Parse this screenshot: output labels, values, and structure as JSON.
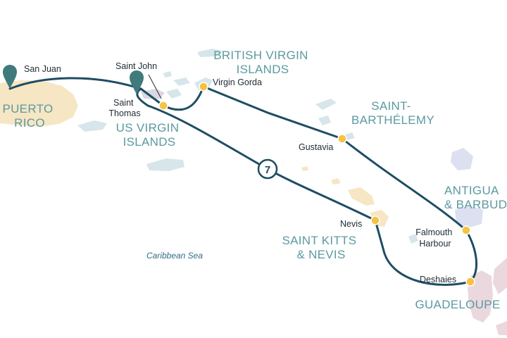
{
  "map": {
    "sea_label": "Caribbean Sea",
    "route_day_badge": "7",
    "regions": {
      "puerto_rico": [
        "PUERTO",
        "RICO"
      ],
      "british_virgin_islands": [
        "BRITISH VIRGIN",
        "ISLANDS"
      ],
      "us_virgin_islands": [
        "US VIRGIN",
        "ISLANDS"
      ],
      "saint_barthelemy": [
        "SAINT-",
        "BARTHÉLEMY"
      ],
      "antigua_barbuda": [
        "ANTIGUA",
        "& BARBUDA"
      ],
      "saint_kitts_nevis": [
        "SAINT KITTS",
        "& NEVIS"
      ],
      "guadeloupe": [
        "GUADELOUPE"
      ]
    },
    "ports": {
      "san_juan": "San Juan",
      "saint_john": "Saint John",
      "saint_thomas": [
        "Saint",
        "Thomas"
      ],
      "virgin_gorda": "Virgin Gorda",
      "gustavia": "Gustavia",
      "nevis": "Nevis",
      "falmouth_harbour": [
        "Falmouth",
        "Harbour"
      ],
      "deshaies": "Deshaies"
    },
    "colors": {
      "route": "#1e4d63",
      "port_marker": "#f5c242",
      "start_end_pin": "#3f7a7c",
      "region_label": "#5b9aa0",
      "land_puerto_rico": "#f6e6c4",
      "land_virgin_islands": "#d6e6ea",
      "land_saint_kitts": "#f6e6c4",
      "land_antigua": "#dde0f0",
      "land_guadeloupe": "#ead8de"
    }
  }
}
